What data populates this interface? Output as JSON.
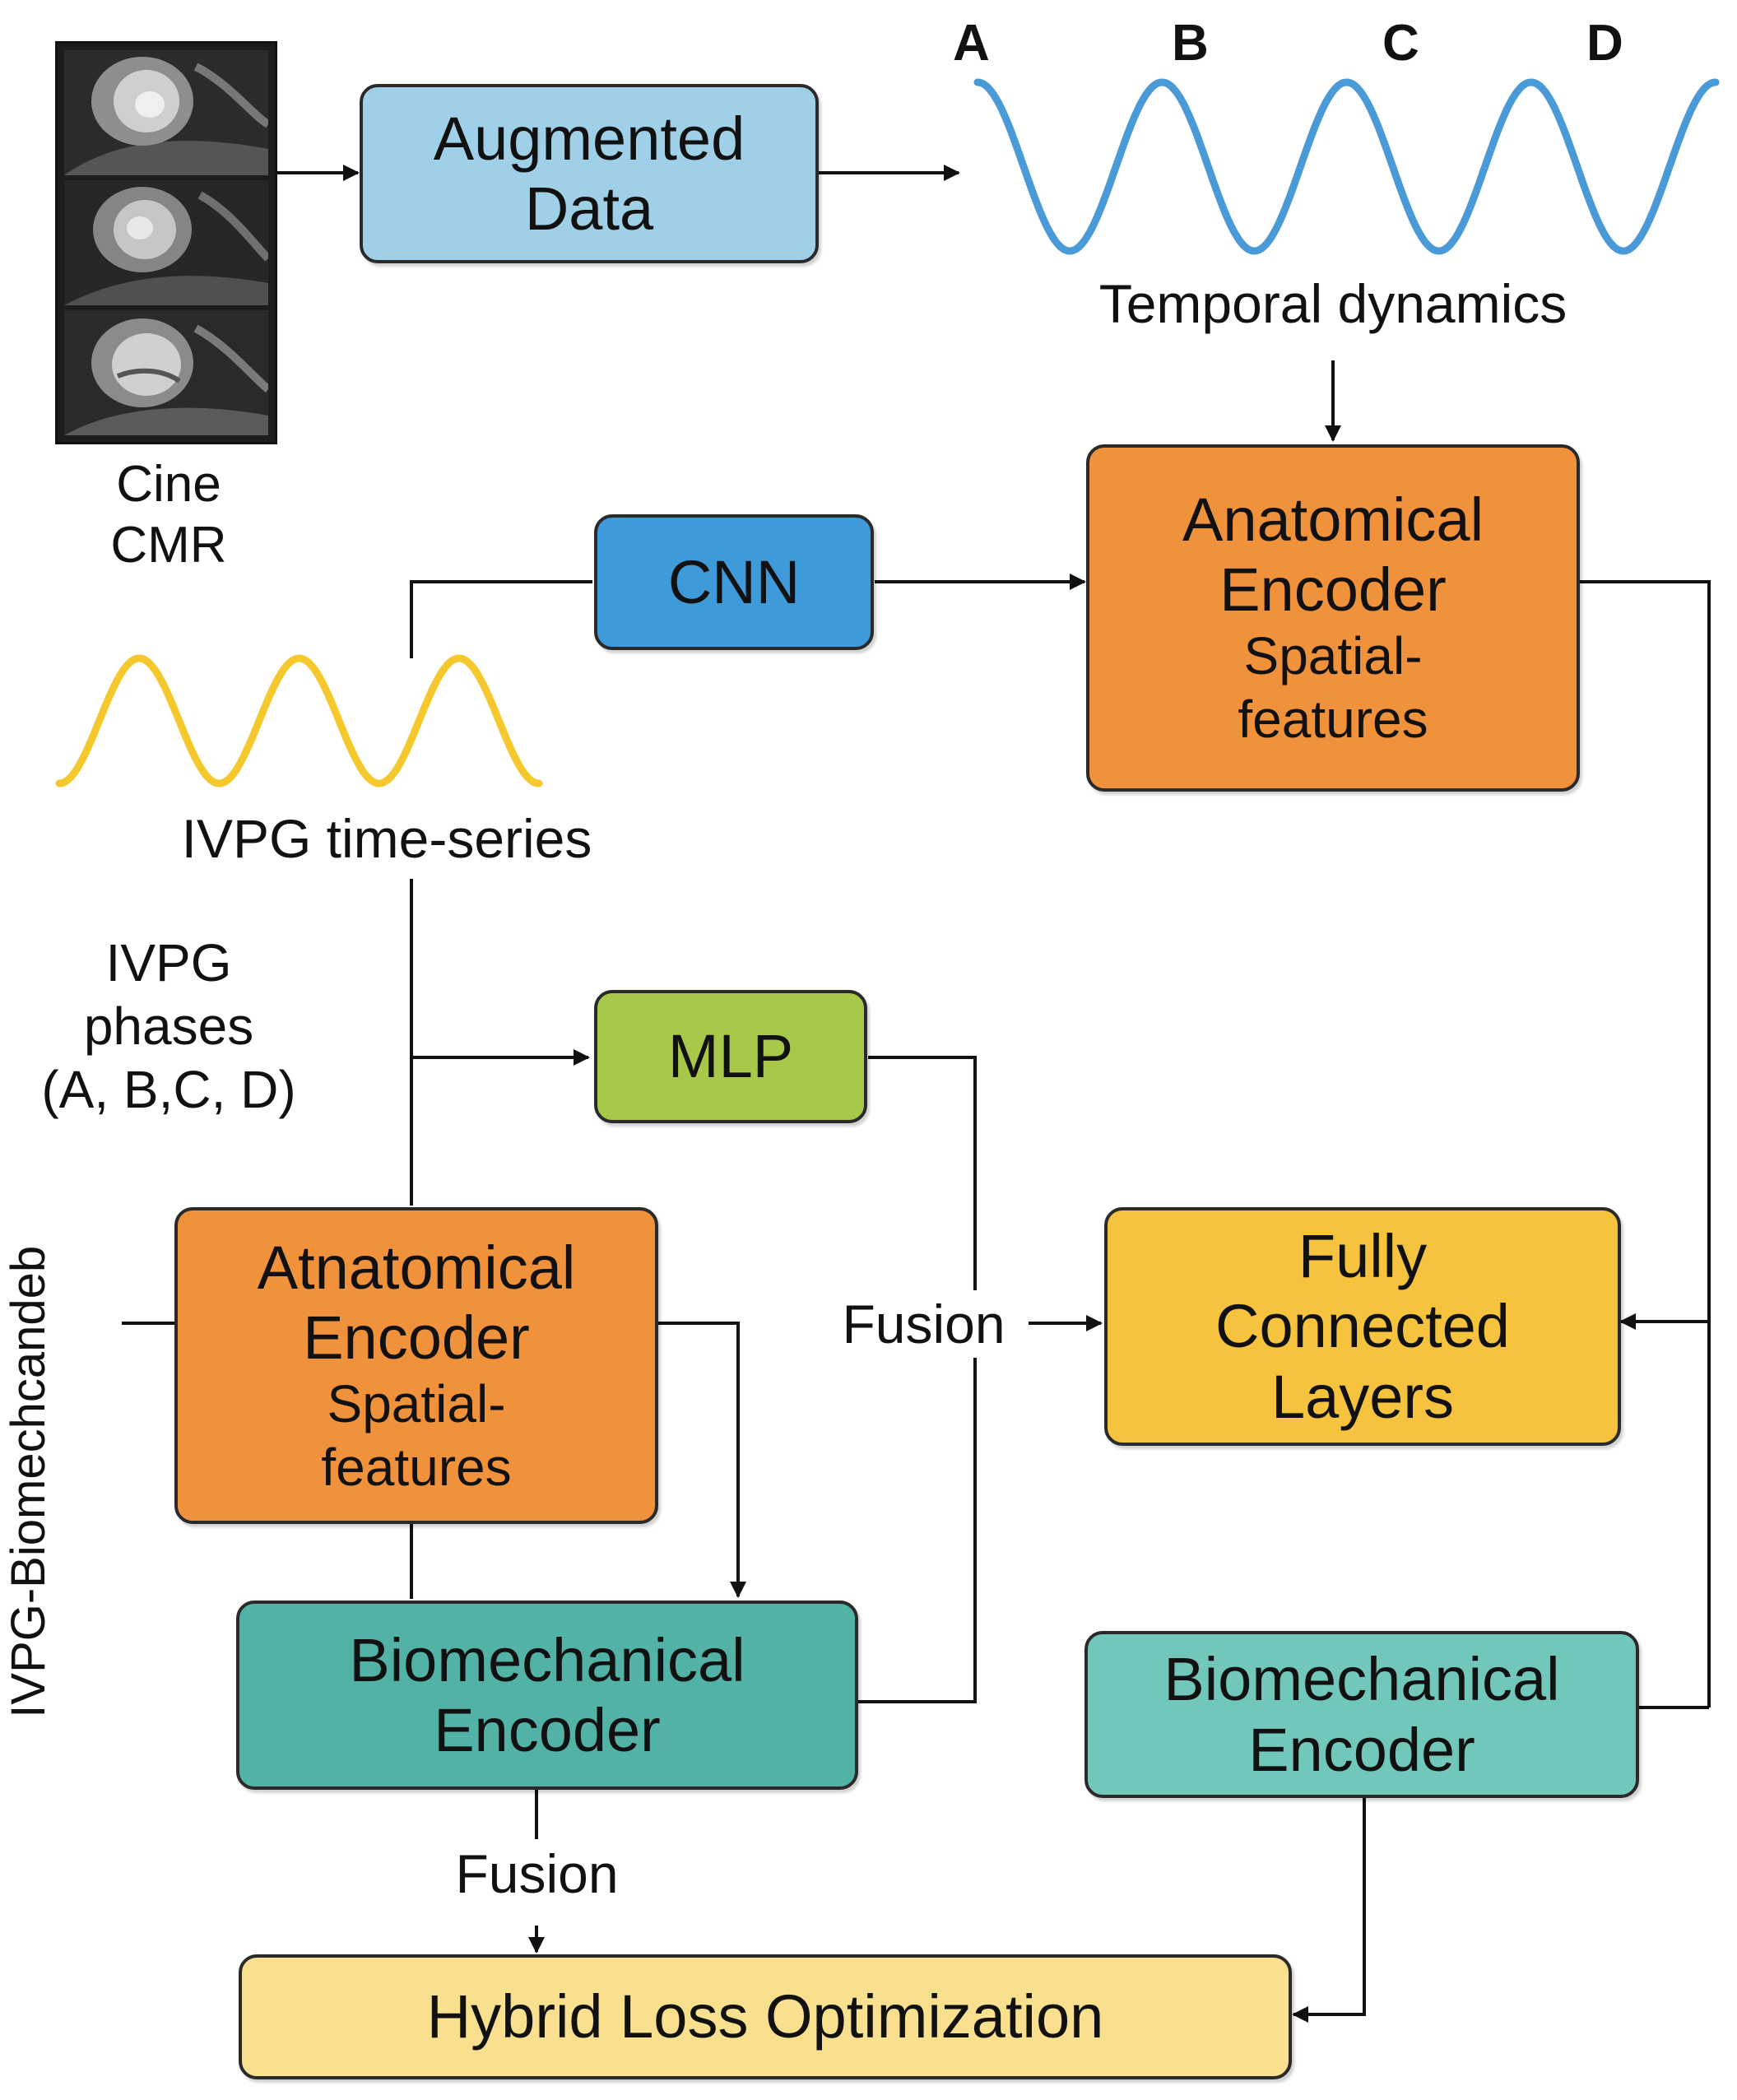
{
  "cine_cmr": {
    "line1": "Cine",
    "line2": "CMR"
  },
  "augmented_data": {
    "line1": "Augmented",
    "line2": "Data"
  },
  "temporal": {
    "phase_labels": [
      "A",
      "B",
      "C",
      "D"
    ],
    "caption": "Temporal dynamics",
    "color": "#4a9ad8"
  },
  "ivpg_series": {
    "caption": "IVPG time-series",
    "color": "#f5c92d"
  },
  "ivpg_phases": {
    "line1": "IVPG",
    "line2": "phases",
    "line3": "(A, B,C, D)"
  },
  "side_label": "IVPG-Biomechcandeb",
  "cnn": {
    "label": "CNN"
  },
  "mlp": {
    "label": "MLP"
  },
  "anat_encoder_top": {
    "line1": "Anatomical",
    "line2": "Encoder",
    "line3": "Spatial-",
    "line4": "features"
  },
  "anat_encoder_left": {
    "line1": "Atnatomical",
    "line2": "Encoder",
    "line3": "Spatial-",
    "line4": "features"
  },
  "fully_connected": {
    "line1": "Fully",
    "line2": "Connected",
    "line3": "Layers"
  },
  "bio_encoder_left": {
    "line1": "Biomechanical",
    "line2": "Encoder"
  },
  "bio_encoder_right": {
    "line1": "Biomechanical",
    "line2": "Encoder"
  },
  "fusion_mid": "Fusion",
  "fusion_bottom": "Fusion",
  "hybrid_loss": "Hybrid Loss Optimization",
  "colors": {
    "augmented": "#9fd0e8",
    "cnn": "#3f9ad9",
    "anatomical": "#f0923c",
    "mlp": "#a8c84a",
    "fully_connected": "#f5c33e",
    "bio_left": "#52b2a6",
    "bio_right": "#72c7bb",
    "hybrid": "#f8e08e"
  }
}
